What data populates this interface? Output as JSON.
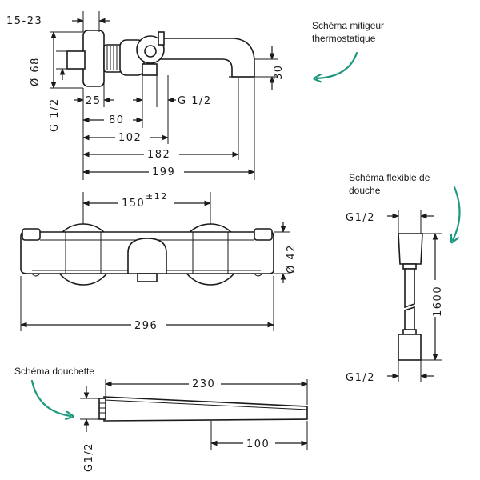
{
  "labels": {
    "mixer": [
      "Schéma mitigeur",
      "thermostatique"
    ],
    "hose": [
      "Schéma flexible de",
      "douche"
    ],
    "handshower": "Schéma douchette"
  },
  "top_view": {
    "d_15_23": "15-23",
    "d_68": "Ø 68",
    "d_g12_left": "G 1/2",
    "d_25": "25",
    "d_g12_right": "G 1/2",
    "d_30": "30",
    "d_80": "80",
    "d_102": "102",
    "d_182": "182",
    "d_199": "199"
  },
  "front_view": {
    "d_150": "150",
    "d_150_tol": "±12",
    "d_42": "Ø 42",
    "d_296": "296"
  },
  "hose_view": {
    "g_top": "G1/2",
    "g_bottom": "G1/2",
    "d_1600": "1600"
  },
  "shower_view": {
    "d_230": "230",
    "d_100": "100",
    "g": "G1/2"
  },
  "colors": {
    "arrow": "#1f9a80",
    "line": "#1a1a1a"
  }
}
